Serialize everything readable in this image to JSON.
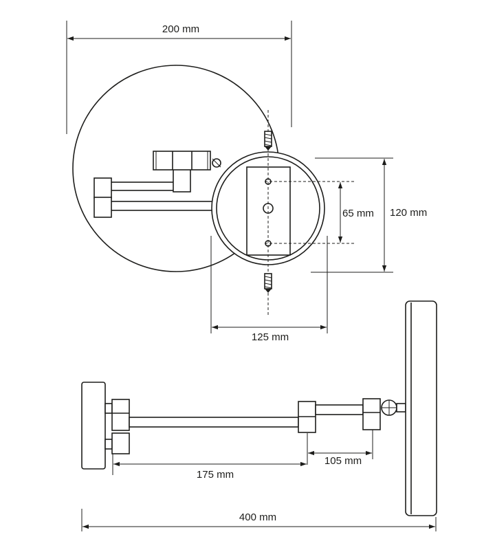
{
  "dimensions": {
    "mirror_diameter": "200 mm",
    "plate_height": "120 mm",
    "hole_spacing": "65 mm",
    "plate_width": "125 mm",
    "arm_length": "175 mm",
    "short_arm_length": "105 mm",
    "total_length": "400 mm"
  },
  "colors": {
    "line": "#1d1d1b",
    "background": "#ffffff"
  }
}
